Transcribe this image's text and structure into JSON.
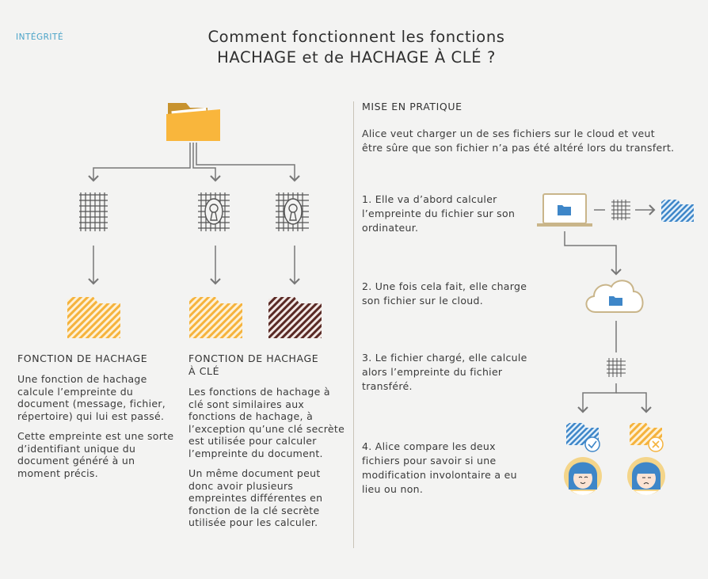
{
  "header": {
    "section_tag": "INTÉGRITÉ",
    "title_line1": "Comment fonctionnent les fonctions",
    "title_line2": "HACHAGE et de HACHAGE À CLÉ ?"
  },
  "hash_column": {
    "heading": "FONCTION DE HACHAGE",
    "paragraphs": [
      "Une fonction de hachage calcule l’empreinte du document (message, fichier, répertoire) qui lui est passé.",
      "Cette empreinte est une sorte d’identifiant unique du document généré à un moment précis."
    ]
  },
  "keyed_column": {
    "heading_line1": "FONCTION DE HACHAGE",
    "heading_line2": "À CLÉ",
    "paragraphs": [
      "Les fonctions de hachage à clé sont similaires aux fonctions de hachage, à l’exception qu’une clé secrète est utilisée pour calculer l’empreinte du document.",
      "Un même document peut donc avoir plusieurs empreintes différentes en fonction de la clé secrète utilisée pour les calculer."
    ]
  },
  "practice": {
    "heading": "MISE EN PRATIQUE",
    "intro": "Alice veut charger un de ses fichiers sur le cloud et veut être sûre que son fichier n’a pas été altéré lors du transfert.",
    "steps": [
      "1. Elle va d’abord calculer l’empreinte du fichier sur son ordinateur.",
      "2. Une fois cela fait, elle charge son fichier sur le cloud.",
      "3. Le fichier chargé, elle calcule alors l’empreinte du fichier transféré.",
      "4. Alice compare les deux fichiers pour savoir si une modification involontaire a eu lieu ou non."
    ]
  },
  "colors": {
    "folder_orange": "#f7b23b",
    "folder_dark": "#5a2a26",
    "accent_blue": "#3e86c8",
    "text": "#3a3a3a",
    "arrow": "#777777",
    "divider": "#c8c3b8"
  },
  "icons": [
    "folder-icon",
    "grid-hash-icon",
    "keyhole-hash-icon",
    "laptop-icon",
    "cloud-icon",
    "check-icon",
    "cross-icon",
    "avatar-icon"
  ]
}
